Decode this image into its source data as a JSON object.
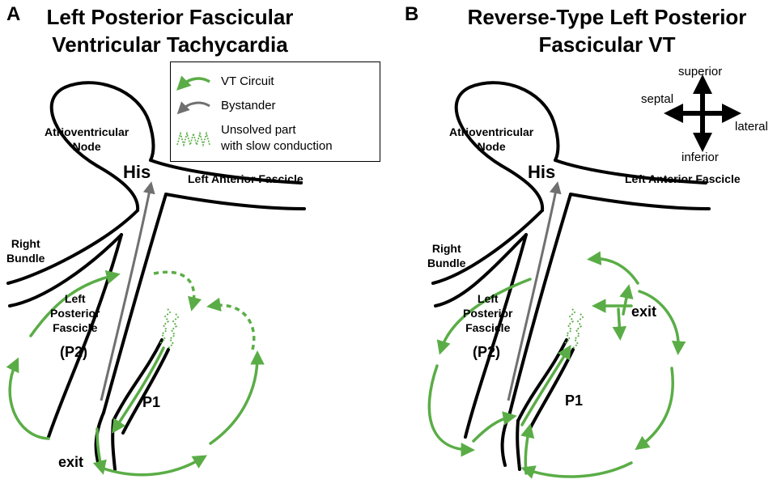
{
  "panels": {
    "a": {
      "letter": "A",
      "title_line1": "Left Posterior Fascicular",
      "title_line2": "Ventricular Tachycardia"
    },
    "b": {
      "letter": "B",
      "title_line1": "Reverse-Type Left Posterior",
      "title_line2": "Fascicular VT"
    }
  },
  "labels": {
    "av_node_line1": "Atrioventricular",
    "av_node_line2": "Node",
    "his": "His",
    "left_anterior_fascicle": "Left Anterior Fascicle",
    "right_bundle_line1": "Right",
    "right_bundle_line2": "Bundle",
    "lpf_line1": "Left",
    "lpf_line2": "Posterior",
    "lpf_line3": "Fascicle",
    "p2": "(P2)",
    "p1": "P1",
    "exit": "exit"
  },
  "legend": {
    "vt_circuit": "VT Circuit",
    "bystander": "Bystander",
    "unsolved_line1": "Unsolved part",
    "unsolved_line2": "with slow conduction"
  },
  "directions": {
    "superior": "superior",
    "inferior": "inferior",
    "septal": "septal",
    "lateral": "lateral"
  },
  "colors": {
    "circuit_green": "#5aad46",
    "bystander_gray": "#707070",
    "anatomy_black": "#000000"
  }
}
